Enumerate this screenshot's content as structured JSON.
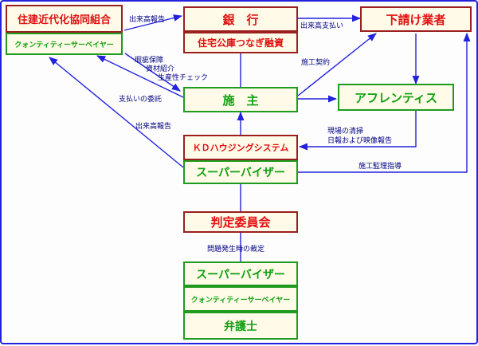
{
  "colors": {
    "line": "#2222dd",
    "red_text": "#e01010",
    "green_text": "#10a010",
    "red_border": "#9b1f1f",
    "green_border": "#1f9b1f",
    "box_bg": "#fffbe8"
  },
  "nodes": {
    "kumiai": "住建近代化協同組合",
    "qs_top": "クォンティティーサーベイヤー",
    "bank": "銀　行",
    "jutaku": "住宅公庫つなぎ融資",
    "shitauke": "下請け業者",
    "sesyu": "施　主",
    "aflentis": "アフレンティス",
    "kd": "ＫＤハウジングシステム",
    "sv_top": "スーパーバイザー",
    "hantei": "判定委員会",
    "sv_bottom": "スーパーバイザー",
    "qs_bottom": "クォンティティーサーベイヤー",
    "bengoshi": "弁護士"
  },
  "labels": {
    "dekidaka_top": "出来高報告",
    "dekidaka_shiharai": "出来高支払い",
    "kashi_hosho": "瑕疵保障",
    "shizai_shokai": "資材紹介",
    "seisansei": "生産性チェック",
    "sekou_keiyaku": "施工契約",
    "shiharai_itaku": "支払いの委託",
    "dekidaka_mid": "出来高報告",
    "genba_seiso": "現場の清掃",
    "nippo": "日報および映像報告",
    "sekou_kanri": "施工監理指導",
    "mondai": "問題発生時の裁定"
  }
}
